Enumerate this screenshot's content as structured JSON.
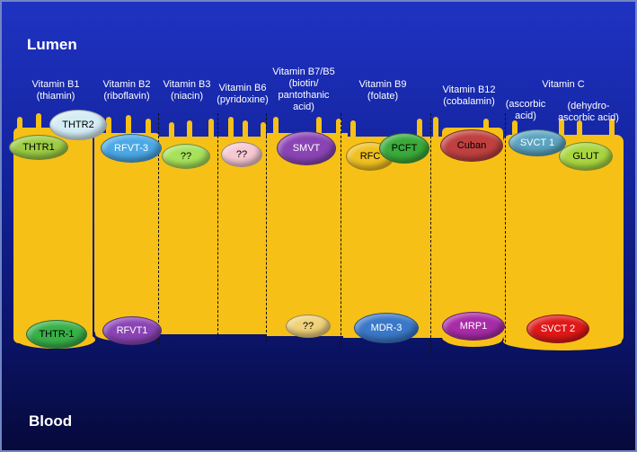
{
  "regions": {
    "top": "Lumen",
    "bottom": "Blood"
  },
  "columns": [
    {
      "id": "b1",
      "lines": [
        "Vitamin B1",
        "(thiamin)"
      ]
    },
    {
      "id": "b2",
      "lines": [
        "Vitamin B2",
        "(riboflavin)"
      ]
    },
    {
      "id": "b3",
      "lines": [
        "Vitamin B3",
        "(niacin)"
      ]
    },
    {
      "id": "b6",
      "lines": [
        "Vitamin B6",
        "(pyridoxine)"
      ]
    },
    {
      "id": "b7",
      "lines": [
        "Vitamin B7/B5",
        "(biotin/",
        "pantothanic",
        "acid)"
      ]
    },
    {
      "id": "b9",
      "lines": [
        "Vitamin B9",
        "(folate)"
      ]
    },
    {
      "id": "b12",
      "lines": [
        "Vitamin B12",
        "(cobalamin)"
      ]
    },
    {
      "id": "c",
      "lines": [
        "Vitamin C"
      ]
    },
    {
      "id": "c_a",
      "lines": [
        "(ascorbic",
        "acid)"
      ]
    },
    {
      "id": "c_d",
      "lines": [
        "(dehydro-",
        "ascorbic acid)"
      ]
    }
  ],
  "transporters": [
    {
      "id": "thtr2",
      "label": "THTR2",
      "color": "#d4ecf4",
      "text_color": "#000000"
    },
    {
      "id": "thtr1",
      "label": "THTR1",
      "color": "#9ccc44",
      "text_color": "#000000"
    },
    {
      "id": "rfvt3",
      "label": "RFVT-3",
      "color": "#4aa8e6",
      "text_color": "#ffffff"
    },
    {
      "id": "b3_unk",
      "label": "??",
      "color": "#a6e25a",
      "text_color": "#000000"
    },
    {
      "id": "b6_unk",
      "label": "??",
      "color": "#f6c8d2",
      "text_color": "#000000"
    },
    {
      "id": "smvt",
      "label": "SMVT",
      "color": "#8a44b4",
      "text_color": "#ffffff"
    },
    {
      "id": "rfc",
      "label": "RFC",
      "color": "#f0c020",
      "text_color": "#000000"
    },
    {
      "id": "pcft",
      "label": "PCFT",
      "color": "#3aaa3a",
      "text_color": "#000000"
    },
    {
      "id": "cuban",
      "label": "Cuban",
      "color": "#c04040",
      "text_color": "#000000"
    },
    {
      "id": "svct1",
      "label": "SVCT 1",
      "color": "#5ca4c0",
      "text_color": "#ffffff"
    },
    {
      "id": "glut",
      "label": "GLUT",
      "color": "#a8d640",
      "text_color": "#000000"
    },
    {
      "id": "thtr_1",
      "label": "THTR-1",
      "color": "#38b048",
      "text_color": "#000000"
    },
    {
      "id": "rfvt1",
      "label": "RFVT1",
      "color": "#8a44b4",
      "text_color": "#ffffff"
    },
    {
      "id": "b7_unk",
      "label": "??",
      "color": "#f0d27a",
      "text_color": "#000000"
    },
    {
      "id": "mdr3",
      "label": "MDR-3",
      "color": "#3a78c8",
      "text_color": "#ffffff"
    },
    {
      "id": "mrp1",
      "label": "MRP1",
      "color": "#a82ca8",
      "text_color": "#ffffff"
    },
    {
      "id": "svct2",
      "label": "SVCT 2",
      "color": "#e01818",
      "text_color": "#ffffff"
    }
  ],
  "colors": {
    "membrane": "#f7c016",
    "membrane_edge": "#e0a800",
    "background_top": "#1f33c2",
    "background_bottom": "#06093a"
  }
}
